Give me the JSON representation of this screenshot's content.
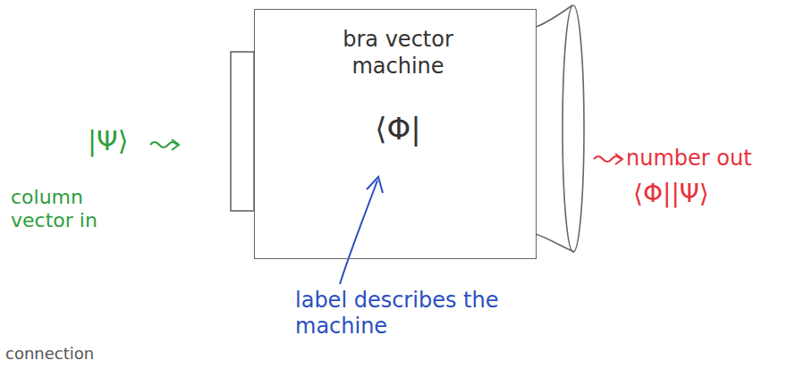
{
  "diagram": {
    "nodes": [
      {
        "text": [
          "bra vector machine",
          "⟨Φ|"
        ]
      }
    ],
    "labels": [
      "|Ψ⟩",
      "column vector in",
      "number out",
      "⟨Φ||Ψ⟩",
      "label describes the machine",
      "connection"
    ]
  }
}
